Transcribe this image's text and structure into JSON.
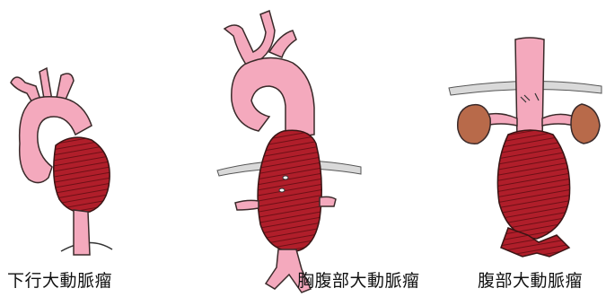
{
  "figure": {
    "panels": [
      {
        "label": "下行大動脈瘤",
        "shows": "aorta-with-descending-aneurysm"
      },
      {
        "label": "胸腹部大動脈瘤",
        "shows": "aorta-with-thoracoabdominal-aneurysm"
      },
      {
        "label": "腹部大動脈瘤",
        "shows": "aorta-with-abdominal-aneurysm-and-kidneys"
      }
    ]
  },
  "colors": {
    "vessel": "#f4a9bd",
    "vessel_outline": "#3a2a2a",
    "aneurysm": "#b01e2a",
    "aneurysm_dark": "#6e0f16",
    "kidney": "#b86a4a",
    "diaphragm": "#d9d9d9"
  }
}
